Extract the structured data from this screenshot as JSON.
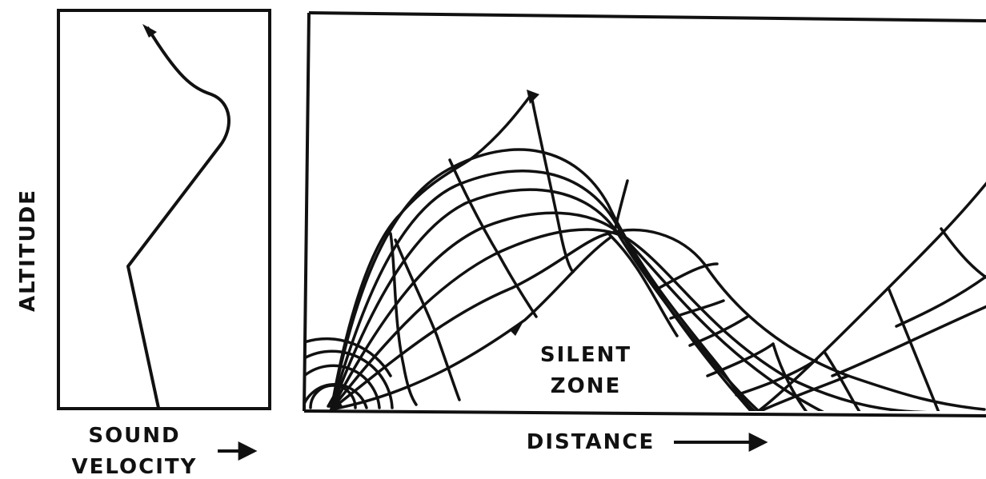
{
  "labels": {
    "altitude": "ALTITUDE",
    "sound": "SOUND",
    "velocity": "VELOCITY",
    "distance": "DISTANCE",
    "silent": "SILENT",
    "zone": "ZONE"
  },
  "colors": {
    "ink": "#111111",
    "paper": "#ffffff"
  },
  "icons": [
    "arrow-right-icon"
  ]
}
